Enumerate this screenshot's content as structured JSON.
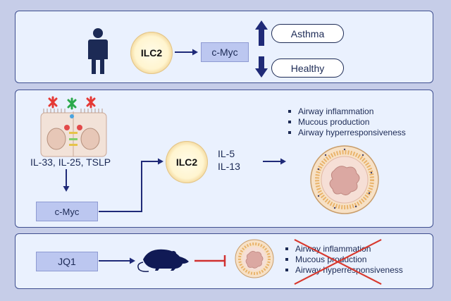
{
  "panel1": {
    "cell_label": "ILC2",
    "cmyc_label": "c-Myc",
    "outcome_up": "Asthma",
    "outcome_down": "Healthy"
  },
  "panel2": {
    "cytokines_label": "IL-33, IL-25, TSLP",
    "cmyc_label": "c-Myc",
    "cell_label": "ILC2",
    "il5_label": "IL-5",
    "il13_label": "IL-13",
    "effects": [
      "Airway inflammation",
      "Mucous production",
      "Airway hyperresponsiveness"
    ]
  },
  "panel3": {
    "inhibitor_label": "JQ1",
    "effects": [
      "Airway inflammation",
      "Mucous production",
      "Airway hyperresponsiveness"
    ]
  },
  "colors": {
    "background": "#c6cde8",
    "panel_fill": "#eaf1fe",
    "panel_border": "#3f4f8f",
    "arrow": "#1f2a78",
    "inhibition": "#d03030",
    "cross_out": "#d03030",
    "mouse": "#101a55"
  },
  "icons": [
    "person-icon",
    "up-arrow-icon",
    "down-arrow-icon",
    "epithelium-icon",
    "mouse-icon",
    "airway-icon",
    "cross-out-icon"
  ]
}
